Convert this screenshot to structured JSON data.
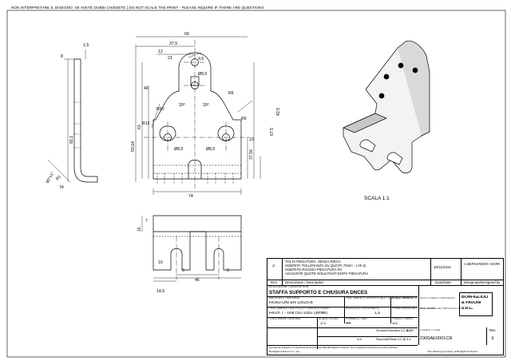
{
  "header_note": "NON INTERPRETARE IL DISEGNO: SE AVETE DUBBI CHIEDETE | DO NOT SCALE THE PRINT - PLEASE INQUIRE IF THERE ARE QUESTIONS",
  "iso_view_label": "SCALA 1:1",
  "dimensions": {
    "d60": "60",
    "d37_5": "37,5",
    "d12": "12",
    "d21": "21",
    "d9_5": "9,5",
    "r_hole": "Ø8,5",
    "r50": "R50",
    "r6": "R6",
    "a20": "20°",
    "a20b": "20°",
    "r12": "R12",
    "r6b": "R6",
    "d8_5a": "Ø8,5",
    "d8_5b": "Ø8,5",
    "d42_5": "42,5",
    "d67_5": "67,5",
    "d63": "63",
    "d59_64": "59,64",
    "d37_56": "37,56",
    "d13": "13",
    "d40": "40",
    "d74": "74",
    "side_8": "8",
    "side_1_5": "1,5",
    "side_r1": "R1",
    "side_92": "92,1",
    "side_90": "90°±1°",
    "b16": "16",
    "b14_5": "14,5",
    "b46": "46",
    "b9a": "9",
    "b9b": "9",
    "b7": "7",
    "b10": "10"
  },
  "revision": {
    "rev_no": "3",
    "lines": [
      "TOLTA PIEGATURA, SENZA PIEGA",
      "INSERITA TOLLERANZA SU QUOTA 75mm - (+0/-2)",
      "INSERITO RAGGIO PIEGATURA R4",
      "AGGIUNTE QUOTE RISULTANTI DOPO PIEGATURA"
    ],
    "date": "30/11/2010",
    "author": "A.BERNARDINI / NOIRI",
    "h_rev": "Rev.",
    "h_desc": "Descrizione / Description",
    "h_date": "Data/Date",
    "h_by": "Disegnato/Designed by"
  },
  "title_block": {
    "descr_label": "DESCRIZIONE / DESCRIPTION",
    "title": "STAFFA SUPPORTO E CHIUSURA DNCES",
    "mat_label": "MATERIALE / MATERIAL",
    "material": "Fe360 UNI EN 10025-B",
    "sup_label": "TRATTAMENTO SUPERFICIALE / SURFACE TREATMENT",
    "sup_value": "",
    "peso_label": "PESO / WEIGHT",
    "peso_value": "",
    "trat_label": "TRATTAMENTO SUL PEZZO / SURFACE FINISH",
    "finish": "Fe/Zn 7 - UNI ISO 2081 (White)",
    "rug_label": "RUGOSITA / ROUGHNESS",
    "rug_value": "1,6",
    "prima_label": "PRIMA EMISSIONE / FIRST ISSUE",
    "prima_value": "",
    "sost_label": "SOSTITUISCE / REPLACES",
    "sost_value": "",
    "sostp_label": "SOSTITUITO DA / REPLACED BY",
    "sostp_value": "",
    "scala_label": "SCALA / SCALE",
    "scala_value": "1:1",
    "formato_label": "FORMATO / SIZE",
    "formato_value": "A4",
    "foglio_label": "FOGLIO / SHEET",
    "foglio_value": "1/1",
    "tol_label": "TOLLERANZE GENERALI",
    "tol1": "Smussi/Chamfers 0,2 @ 45°",
    "tol2": "Raccordi/Fillets 0,2 @",
    "tol_a": "3,2",
    "tol_b": "3,4",
    "tol_c": "3,5",
    "code_label": "CODICE / CODE",
    "code": "2300AE0001CR",
    "rev_label": "Rev.",
    "rev": "3",
    "company1": "BONFIGLIOLI",
    "company2": "& PAVONI",
    "company3": "S.R.L.",
    "footer": "Il presente disegno è di proprietà esclusiva della ditta Bonfiglioli & Pavoni. Ne è vietata la riproduzione anche parziale.",
    "footer2": "Bonfiglioli & Pavoni srl - Via ...",
    "footer3": "This drawing is property of Bonfiglioli & Pavoni"
  }
}
